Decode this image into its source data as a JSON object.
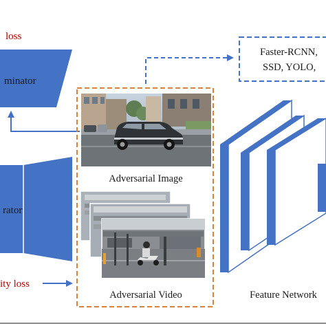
{
  "labels": {
    "gan_loss": "loss",
    "discriminator": "minator",
    "generator": "rator",
    "similarity_loss": "ity loss",
    "adversarial_image": "Adversarial Image",
    "adversarial_video": "Adversarial Video",
    "feature_network": "Feature Network",
    "detectors_line1": "Faster-RCNN,",
    "detectors_line2": "SSD, YOLO,"
  },
  "colors": {
    "blue": "#4472C4",
    "blue_dark": "#2E5AAC",
    "red": "#C00000",
    "orange": "#D9823B",
    "text": "#1a1a1a"
  }
}
